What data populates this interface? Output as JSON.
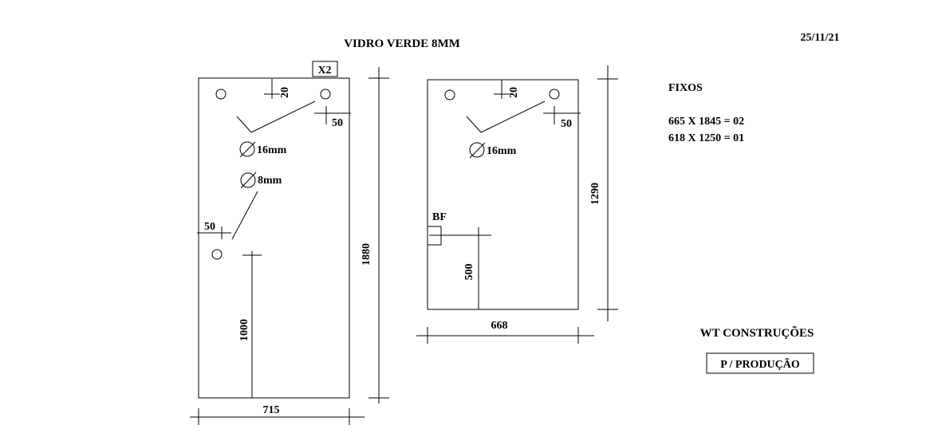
{
  "header": {
    "title": "VIDRO VERDE  8MM",
    "date": "25/11/21",
    "quantity_badge": "X2"
  },
  "panel_left": {
    "width_label": "715",
    "height_label": "1880",
    "top_offset_label": "20",
    "side_offset_label": "50",
    "left_offset_label": "50",
    "hole_large_label": "16mm",
    "hole_small_label": "8mm",
    "vertical_label": "1000"
  },
  "panel_right": {
    "width_label": "668",
    "height_label": "1290",
    "top_offset_label": "20",
    "side_offset_label": "50",
    "hole_large_label": "16mm",
    "lock_label": "BF",
    "vertical_label": "500"
  },
  "notes": {
    "heading": "FIXOS",
    "line1": "665 X 1845 = 02",
    "line2": "618 X 1250 = 01"
  },
  "footer": {
    "company": "WT CONSTRUÇÕES",
    "stamp": "P / PRODUÇÃO"
  }
}
